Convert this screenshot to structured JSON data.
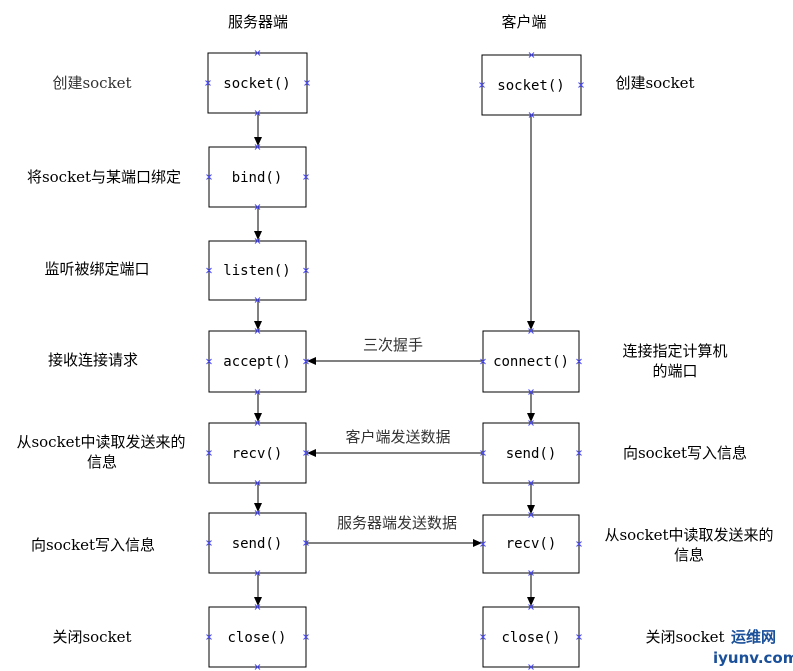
{
  "columns": {
    "server": "服务器端",
    "client": "客户端"
  },
  "server_steps": [
    {
      "call": "socket()",
      "desc": [
        "创建socket"
      ]
    },
    {
      "call": "bind()",
      "desc": [
        "将socket与某端口绑定"
      ]
    },
    {
      "call": "listen()",
      "desc": [
        "监听被绑定端口"
      ]
    },
    {
      "call": "accept()",
      "desc": [
        "接收连接请求"
      ]
    },
    {
      "call": "recv()",
      "desc": [
        "从socket中读取发送来的",
        "信息"
      ]
    },
    {
      "call": "send()",
      "desc": [
        "向socket写入信息"
      ]
    },
    {
      "call": "close()",
      "desc": [
        "关闭socket"
      ]
    }
  ],
  "client_steps": [
    {
      "call": "socket()",
      "desc": [
        "创建socket"
      ]
    },
    {
      "call": "connect()",
      "desc": [
        "连接指定计算机",
        "的端口"
      ]
    },
    {
      "call": "send()",
      "desc": [
        "向socket写入信息"
      ]
    },
    {
      "call": "recv()",
      "desc": [
        "从socket中读取发送来的",
        "信息"
      ]
    },
    {
      "call": "close()",
      "desc": [
        "关闭socket"
      ]
    }
  ],
  "messages": {
    "handshake": "三次握手",
    "client_send": "客户端发送数据",
    "server_send": "服务器端发送数据"
  },
  "watermark": {
    "line1": "运维网",
    "line2": "iyunv.com"
  },
  "colors": {
    "line": "#000000",
    "marker": "#4a4aff",
    "watermark": "#1a4f99"
  }
}
